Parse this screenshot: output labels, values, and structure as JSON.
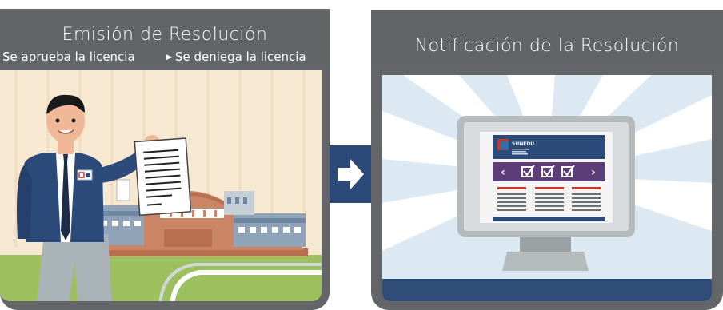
{
  "left_panel": {
    "title": "Emisión de Resolución",
    "options": [
      "Se aprueba la licencia",
      "Se deniega la licencia"
    ]
  },
  "right_panel": {
    "title": "Notificación de la Resolución",
    "website": {
      "brand": "SUNEDU",
      "nav_prev": "‹",
      "nav_next": "›"
    }
  },
  "colors": {
    "header": "#636466",
    "frame": "#646568",
    "arrow_box": "#2c4a79",
    "navy": "#2c4b7a",
    "purple_bar": "#5d3d78",
    "red_accent": "#c0392b",
    "sky": "#dce9f3",
    "room_wall": "#f7e8d2",
    "grass": "#9cc05e"
  },
  "icons": [
    "arrow-right-icon",
    "checkbox-icon",
    "badge-icon"
  ]
}
